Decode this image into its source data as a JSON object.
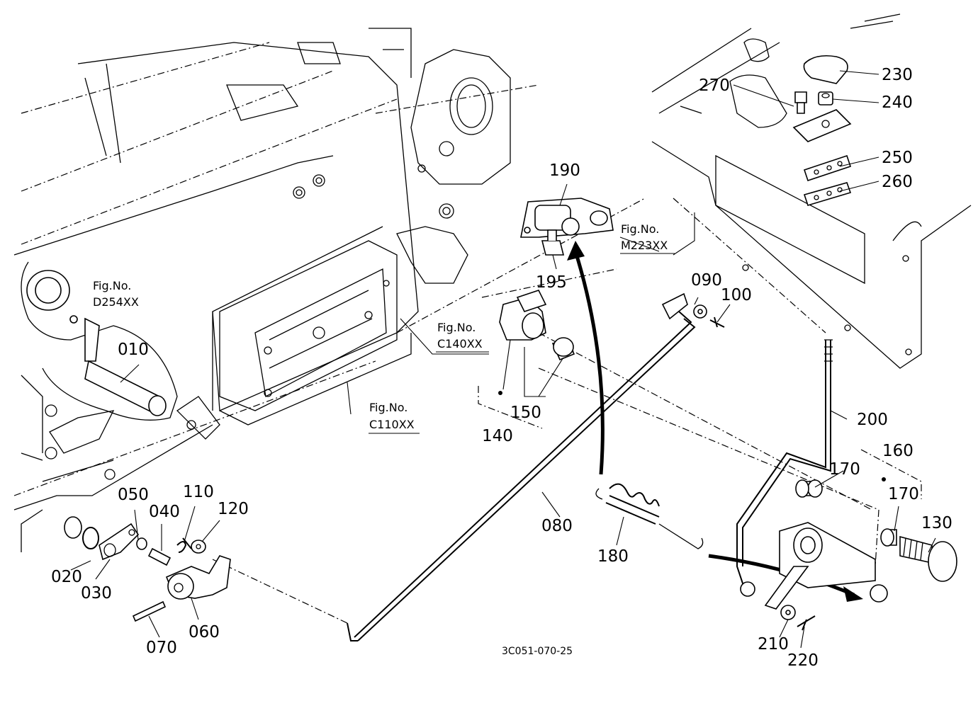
{
  "diagram_code": "3C051-070-25",
  "part_labels": {
    "p010": "010",
    "p020": "020",
    "p030": "030",
    "p040": "040",
    "p050": "050",
    "p060": "060",
    "p070": "070",
    "p080": "080",
    "p090": "090",
    "p100": "100",
    "p110": "110",
    "p120": "120",
    "p130": "130",
    "p140": "140",
    "p150": "150",
    "p160": "160",
    "p170a": "170",
    "p170b": "170",
    "p180": "180",
    "p190": "190",
    "p195": "195",
    "p200": "200",
    "p210": "210",
    "p220": "220",
    "p230": "230",
    "p240": "240",
    "p250": "250",
    "p260": "260",
    "p270": "270"
  },
  "fig_refs": {
    "d254": {
      "prefix": "Fig.No.",
      "code": "D254XX"
    },
    "c140": {
      "prefix": "Fig.No.",
      "code": "C140XX"
    },
    "c110": {
      "prefix": "Fig.No.",
      "code": "C110XX"
    },
    "m223": {
      "prefix": "Fig.No.",
      "code": "M223XX"
    }
  }
}
